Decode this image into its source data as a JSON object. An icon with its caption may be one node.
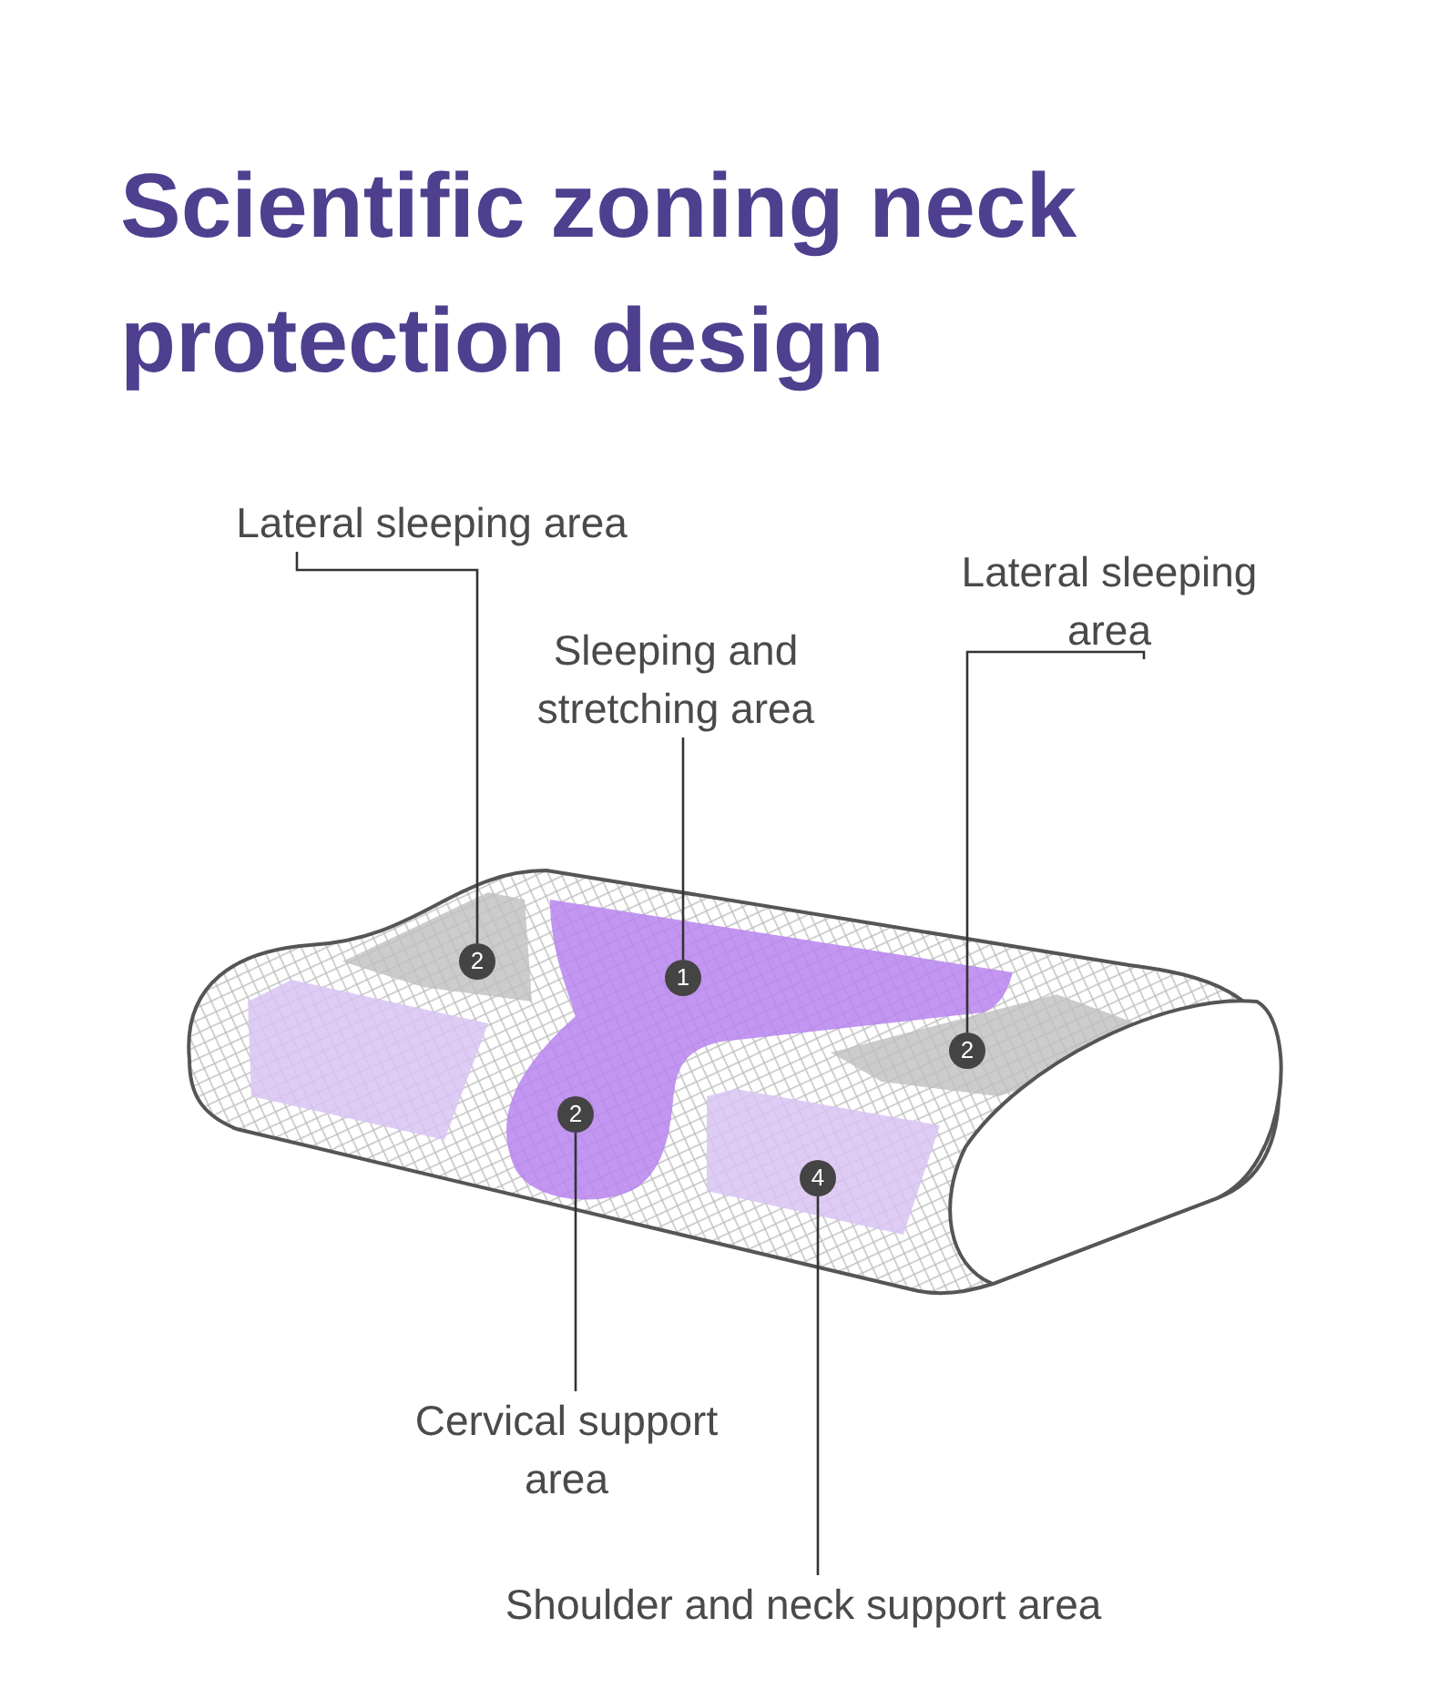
{
  "diagram": {
    "title": "Scientific zoning neck protection design",
    "nodes": [
      {
        "text": [
          "Lateral sleeping area"
        ]
      },
      {
        "text": [
          "Lateral sleeping area"
        ]
      },
      {
        "text": [
          "Sleeping and stretching area"
        ]
      },
      {
        "text": [
          "Cervical support area"
        ]
      },
      {
        "text": [
          "Shoulder and neck support area"
        ]
      },
      {
        "text": [
          "2"
        ]
      },
      {
        "text": [
          "1"
        ]
      },
      {
        "text": [
          "2"
        ]
      },
      {
        "text": [
          "2"
        ]
      },
      {
        "text": [
          "4"
        ]
      }
    ],
    "edges": [
      {
        "from": 0,
        "to": 5,
        "arrow": "none"
      },
      {
        "from": 1,
        "to": 7,
        "arrow": "none"
      },
      {
        "from": 2,
        "to": 6,
        "arrow": "none"
      },
      {
        "from": 3,
        "to": 8,
        "arrow": "none"
      },
      {
        "from": 4,
        "to": 9,
        "arrow": "none"
      }
    ]
  }
}
